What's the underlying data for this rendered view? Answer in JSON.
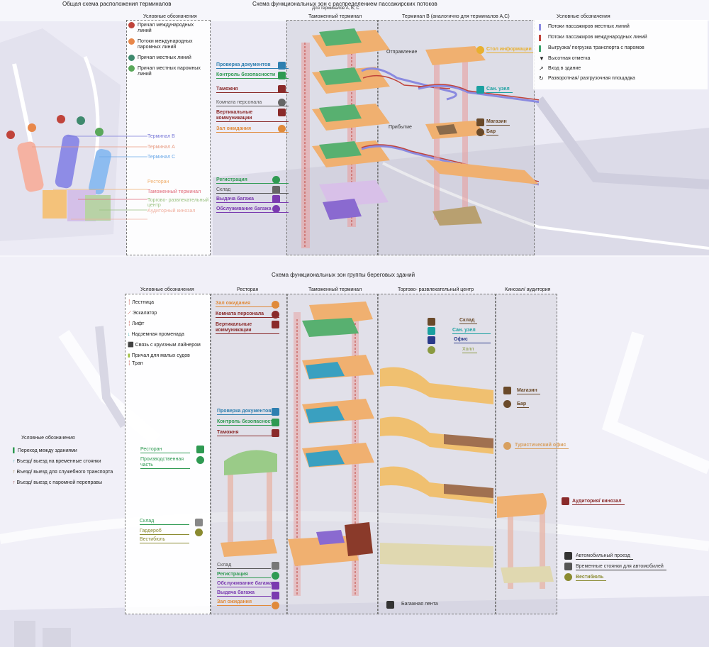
{
  "top": {
    "general_title": "Общая схема расположения терминалов",
    "flow_title": "Схема функциональных зон с распределением пассажирских потоков",
    "flow_subtitle": "Для терминалов А, В, С",
    "legend_left_title": "Условные обозначения",
    "legend_left": [
      {
        "label": "Причал международных линий",
        "color": "#c0443b"
      },
      {
        "label": "Потоки международных паромных линий",
        "color": "#e8874a"
      },
      {
        "label": "Причал местных линий",
        "color": "#3f8a6e"
      },
      {
        "label": "Причал местных паромных линий",
        "color": "#5aa85a"
      }
    ],
    "map_labels": [
      {
        "label": "Терминал В",
        "color": "#7a7ad8"
      },
      {
        "label": "Терминал А",
        "color": "#e89a80"
      },
      {
        "label": "Терминал С",
        "color": "#6aa8e8"
      },
      {
        "label": "Ресторан",
        "color": "#f0b070"
      },
      {
        "label": "Таможенный терминал",
        "color": "#e06a7a"
      },
      {
        "label": "Торгово- развлекательный центр",
        "color": "#9ac080"
      },
      {
        "label": "Аудиторный кинозал",
        "color": "#f0b0a0"
      }
    ],
    "customs_header": "Таможенный терминал",
    "terminal_header": "Терминал В (аналогично для терминалов А,С)",
    "legend_right_title": "Условные обозначения",
    "legend_right": [
      {
        "label": "Потоки пассажиров местных линий",
        "color": "#8a8ae0"
      },
      {
        "label": "Потоки пассажиров международных линий",
        "color": "#c0443b"
      },
      {
        "label": "Выгрузка/ погрузка транспорта с паромов",
        "color": "#3aa06a"
      },
      {
        "label": "Высотная отметка",
        "color": "#333333"
      },
      {
        "label": "Вход в здание",
        "color": "#333333"
      },
      {
        "label": "Разворотная/ разгрузочная площадка",
        "color": "#333333"
      }
    ],
    "zones_left": [
      {
        "label": "Проверка документов",
        "color": "#2e7fb0"
      },
      {
        "label": "Контроль безопасности",
        "color": "#2f9a52"
      },
      {
        "label": "Таможня",
        "color": "#8a2a2a"
      },
      {
        "label": "Комната персонала",
        "color": "#555555"
      },
      {
        "label": "Вертикальные коммуникации",
        "color": "#8a2a2a"
      },
      {
        "label": "Зал ожидания",
        "color": "#e08a3a"
      },
      {
        "label": "Регистрация",
        "color": "#2f9a52"
      },
      {
        "label": "Склад",
        "color": "#555555"
      },
      {
        "label": "Выдача багажа",
        "color": "#7a3ab0"
      },
      {
        "label": "Обслуживание багажа",
        "color": "#7a3ab0"
      }
    ],
    "terminal_labels": [
      {
        "label": "Отправление",
        "color": "#333333"
      },
      {
        "label": "Прибытие",
        "color": "#333333"
      },
      {
        "label": "Стол информации",
        "color": "#e8b030"
      },
      {
        "label": "Сан. узел",
        "color": "#1aa0a0"
      },
      {
        "label": "Магазин",
        "color": "#6a4a2a"
      },
      {
        "label": "Бар",
        "color": "#6a4a2a"
      }
    ]
  },
  "bottom": {
    "title": "Схема функциональных зон группы береговых зданий",
    "headers": {
      "legend": "Условные обозначения",
      "restaurant": "Ресторан",
      "customs": "Таможенный терминал",
      "mall": "Торгово- развлекательный центр",
      "cinema": "Кинозал/ аудитория"
    },
    "legend": [
      {
        "label": "Лестница",
        "color": "#c0443b"
      },
      {
        "label": "Эскалатор",
        "color": "#c0443b"
      },
      {
        "label": "Лифт",
        "color": "#c0443b"
      },
      {
        "label": "Надземная променада",
        "color": "#1aa0a0"
      },
      {
        "label": "Связь с круизным лайнером",
        "color": "#333333"
      },
      {
        "label": "Причал для малых судов",
        "color": "#a0c040"
      },
      {
        "label": "Трап",
        "color": "#c0443b"
      }
    ],
    "left_legend_title": "Условные обозначения",
    "left_legend": [
      {
        "label": "Переход между зданиями",
        "color": "#2f9a52"
      },
      {
        "label": "Въезд/ выезд на временные стоянки",
        "color": "#2aa0a0"
      },
      {
        "label": "Въезд/ выезд для служебного транспорта",
        "color": "#8a6a2a"
      },
      {
        "label": "Въезд/ выезд с паромной переправы",
        "color": "#8a2a2a"
      }
    ],
    "customs_top": [
      {
        "label": "Зал ожидания",
        "color": "#e08a3a"
      },
      {
        "label": "Комната персонала",
        "color": "#8a2a2a"
      },
      {
        "label": "Вертикальные коммуникации",
        "color": "#8a2a2a"
      }
    ],
    "customs_mid": [
      {
        "label": "Проверка документов",
        "color": "#2e7fb0"
      },
      {
        "label": "Контроль безопасности",
        "color": "#2f9a52"
      },
      {
        "label": "Таможня",
        "color": "#8a2a2a"
      }
    ],
    "restaurant_labels": [
      {
        "label": "Ресторан",
        "color": "#2f9a52"
      },
      {
        "label": "Производственная часть",
        "color": "#2f9a52"
      },
      {
        "label": "Склад",
        "color": "#2f9a52"
      },
      {
        "label": "Гардероб",
        "color": "#8a8a30"
      },
      {
        "label": "Вестибюль",
        "color": "#8a8a30"
      }
    ],
    "customs_bottom": [
      {
        "label": "Склад",
        "color": "#555555"
      },
      {
        "label": "Регистрация",
        "color": "#2f9a52"
      },
      {
        "label": "Обслуживание багажа",
        "color": "#7a3ab0"
      },
      {
        "label": "Выдача багажа",
        "color": "#7a3ab0"
      },
      {
        "label": "Зал ожидания",
        "color": "#e08a3a"
      }
    ],
    "mall_labels": [
      {
        "label": "Склад",
        "color": "#6a4a2a"
      },
      {
        "label": "Сан. узел",
        "color": "#1aa0a0"
      },
      {
        "label": "Офис",
        "color": "#2a3a8a"
      },
      {
        "label": "Холл",
        "color": "#8a9a40"
      },
      {
        "label": "Магазин",
        "color": "#6a4a2a"
      },
      {
        "label": "Бар",
        "color": "#6a4a2a"
      },
      {
        "label": "Туристический офис",
        "color": "#d8a060"
      },
      {
        "label": "Багажная лента",
        "color": "#333333"
      }
    ],
    "cinema_labels": [
      {
        "label": "Аудитория/ кинозал",
        "color": "#8a2a2a"
      },
      {
        "label": "Автомобильный проезд",
        "color": "#333333"
      },
      {
        "label": "Временные стоянки для автомобилей",
        "color": "#333333"
      },
      {
        "label": "Вестибюль",
        "color": "#8a8a30"
      }
    ]
  }
}
